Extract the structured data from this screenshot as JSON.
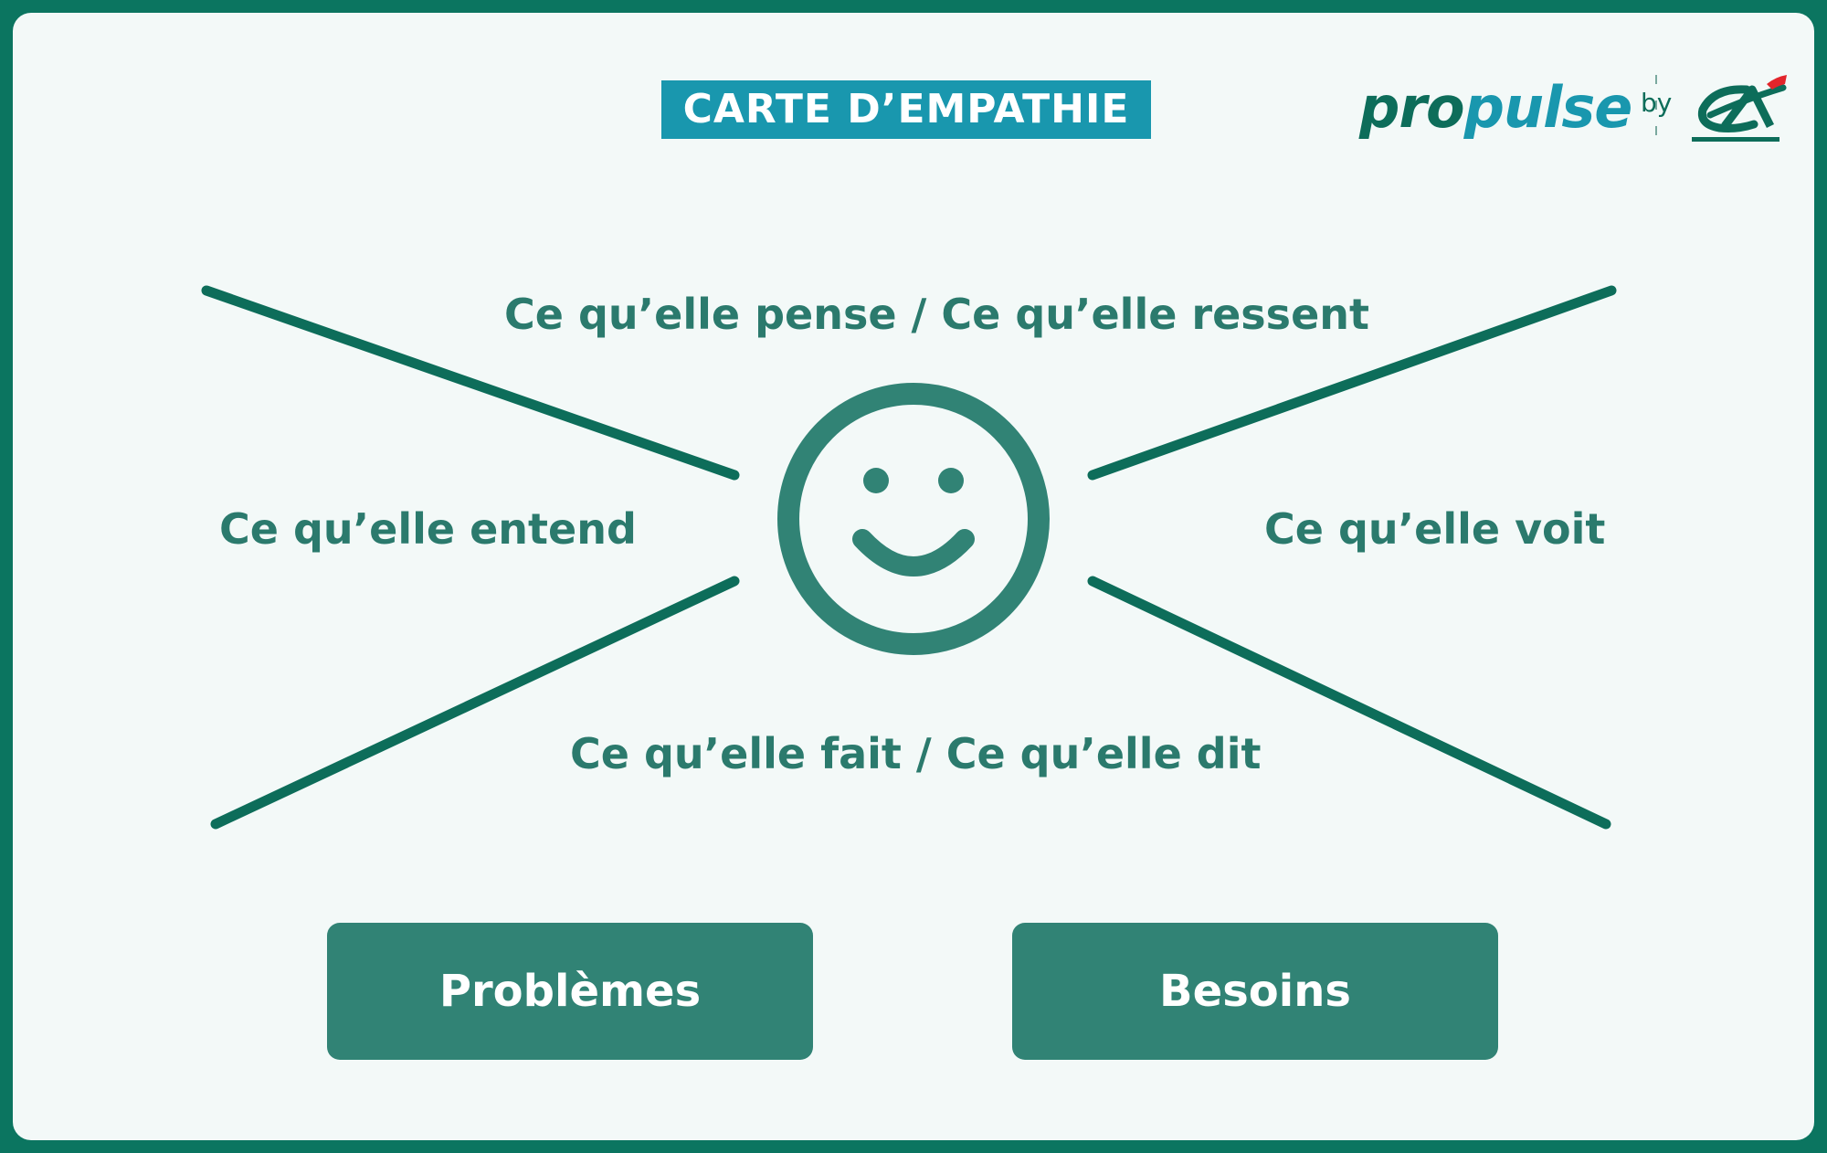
{
  "title": "CARTE D’EMPATHIE",
  "logo": {
    "word_dark": "pro",
    "word_light": "pulse",
    "by": "by",
    "brand": "CA"
  },
  "labels": {
    "top": "Ce qu’elle pense / Ce qu’elle ressent",
    "left": "Ce qu’elle entend",
    "right": "Ce qu’elle voit",
    "bottom": "Ce qu’elle fait / Ce qu’elle dit"
  },
  "boxes": {
    "problems": "Problèmes",
    "needs": "Besoins"
  },
  "center_icon": "smiley-face-icon",
  "colors": {
    "frame": "#0b7560",
    "background": "#f3f9f8",
    "title_bg": "#1997ae",
    "text": "#2b7a6d",
    "lines": "#0d6d5a",
    "box_bg": "#318375",
    "logo_red": "#e2252b"
  }
}
